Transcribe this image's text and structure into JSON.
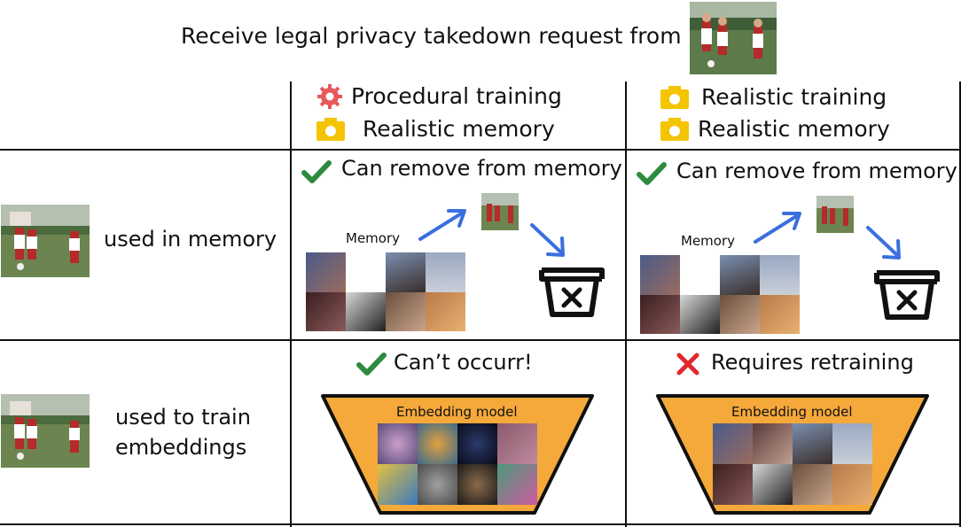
{
  "header": {
    "title": "Receive legal privacy takedown request from",
    "subject_photo": "soccer-players-photo"
  },
  "columns": [
    {
      "lines": [
        {
          "icon": "gear-icon",
          "text": "Procedural training",
          "icon_color": "#e8585a"
        },
        {
          "icon": "camera-icon",
          "text": "Realistic memory",
          "icon_color": "#f5c400"
        }
      ]
    },
    {
      "lines": [
        {
          "icon": "camera-icon",
          "text": "Realistic training",
          "icon_color": "#f5c400"
        },
        {
          "icon": "camera-icon",
          "text": "Realistic memory",
          "icon_color": "#f5c400"
        }
      ]
    }
  ],
  "rows": [
    {
      "label": "used in memory",
      "cells": [
        {
          "status_icon": "check-icon",
          "status_text": "Can remove from memory",
          "memory_label": "Memory"
        },
        {
          "status_icon": "check-icon",
          "status_text": "Can remove from memory",
          "memory_label": "Memory"
        }
      ]
    },
    {
      "label_lines": [
        "used to train",
        "embeddings"
      ],
      "cells": [
        {
          "status_icon": "check-icon",
          "status_text": "Can’t occurr!",
          "model_label": "Embedding model"
        },
        {
          "status_icon": "cross-icon",
          "status_text": "Requires retraining",
          "model_label": "Embedding model"
        }
      ]
    }
  ],
  "colors": {
    "check": "#2e8b3e",
    "cross": "#e0282a",
    "arrow": "#3a6fe0",
    "funnel_fill": "#f5a93a",
    "line": "#111111"
  }
}
